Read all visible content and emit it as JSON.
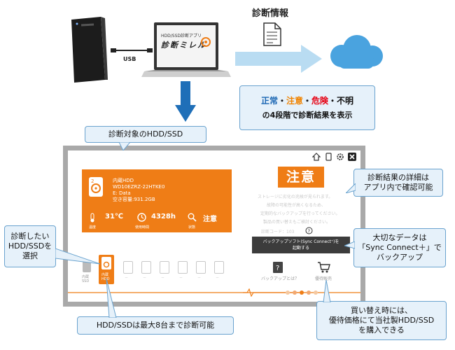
{
  "top": {
    "usb_label": "USB",
    "laptop_title": "HDD/SSD診断アプリ",
    "laptop_logo": "診断ミレル",
    "diag_info_label": "診断情報",
    "status_line": {
      "ok": "正常",
      "caution": "注意",
      "danger": "危険",
      "unknown": "不明",
      "sep": "・"
    },
    "status_desc": "の4段階で診断結果を表示"
  },
  "callouts": {
    "target": "診断対象のHDD/SSD",
    "detail": [
      "診断結果の詳細は",
      "アプリ内で確認可能"
    ],
    "select": [
      "診断したい",
      "HDD/SSDを",
      "選択"
    ],
    "backup": [
      "大切なデータは",
      "「Sync Connect＋」で",
      "バックアップ"
    ],
    "max8": "HDD/SSDは最大8台まで診断可能",
    "replace": [
      "買い替え時には、",
      "優待価格にて当社製HDD/SSD",
      "を購入できる"
    ]
  },
  "app": {
    "drive_name": "内蔵HDD",
    "drive_model": "WD10EZRZ-22HTKE0",
    "drive_letter": "E: Data",
    "drive_free": "空き容量:931.2GB",
    "temp_value": "31℃",
    "temp_label": "温度",
    "hours_value": "4328h",
    "hours_label": "使用時間",
    "state_value": "注意",
    "state_label": "状態",
    "result_badge": "注意",
    "desc_lines": [
      "ストレージに劣化の兆候が見られます。",
      "故障の可能性が高くなるため、",
      "定期的なバックアップを行ってください。",
      "製品の買い替えもご検討ください。"
    ],
    "code_line": "診断コード：103",
    "backup_button": [
      "バックアップソフト(Sync Connect⁺)を",
      "起動する"
    ],
    "backup_help": "バックアップとは？",
    "coupon": "優待販売",
    "slot1_label": [
      "内蔵",
      "SSD"
    ],
    "slot2_label": [
      "内蔵",
      "HDD"
    ],
    "slot_dash": "－"
  },
  "colors": {
    "accent_orange": "#ef7d16",
    "callout_fill": "#e6f1fa",
    "callout_border": "#6aa3cf",
    "ok_blue": "#1a66b3",
    "caution_orange": "#f08300",
    "danger_red": "#e60012",
    "arrow_blue": "#1f6fb8",
    "cloud_blue": "#4aa3df"
  }
}
